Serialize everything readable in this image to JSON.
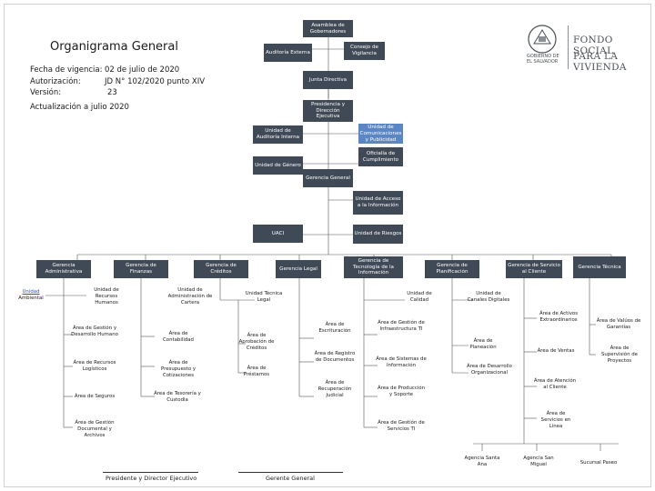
{
  "header": {
    "title": "Organigrama General",
    "vigencia_label": "Fecha de vigencia:",
    "vigencia_value": "02 de julio de 2020",
    "autorizacion_label": "Autorización:",
    "autorizacion_value": "JD N° 102/2020 punto XIV",
    "version_label": "Versión:",
    "version_value": "23",
    "actualizacion": "Actualización a julio 2020"
  },
  "logo": {
    "name_line1": "FONDO SOCIAL",
    "name_line2": "PARA LA VIVIENDA",
    "gov_line1": "GOBIERNO DE",
    "gov_line2": "EL SALVADOR",
    "icon": "coat-of-arms-icon"
  },
  "boxes": [
    {
      "id": "asamblea",
      "label": "Asamblea de Gobernadores",
      "style": "dark"
    },
    {
      "id": "auditoria-externa",
      "label": "Auditoría Externa",
      "style": "dark"
    },
    {
      "id": "consejo",
      "label": "Consejo de Vigilancia",
      "style": "dark"
    },
    {
      "id": "junta",
      "label": "Junta Directiva",
      "style": "dark"
    },
    {
      "id": "presidencia",
      "label": "Presidencia y Dirección Ejecutiva",
      "style": "dark"
    },
    {
      "id": "auditoria-interna",
      "label": "Unidad de Auditoría Interna",
      "style": "dark"
    },
    {
      "id": "comunicaciones",
      "label": "Unidad de Comunicaciones y Publicidad",
      "style": "blue"
    },
    {
      "id": "cumplimiento",
      "label": "Oficialía de Cumplimiento",
      "style": "dark"
    },
    {
      "id": "genero",
      "label": "Unidad de Género",
      "style": "dark"
    },
    {
      "id": "gerencia-general",
      "label": "Gerencia General",
      "style": "dark"
    },
    {
      "id": "acceso-info",
      "label": "Unidad de Acceso a la Información",
      "style": "dark"
    },
    {
      "id": "uaci",
      "label": "UACI",
      "style": "dark"
    },
    {
      "id": "riesgos",
      "label": "Unidad de Riesgos",
      "style": "dark"
    },
    {
      "id": "g-admin",
      "label": "Gerencia Administrativa",
      "style": "dark"
    },
    {
      "id": "g-finanzas",
      "label": "Gerencia de Finanzas",
      "style": "dark"
    },
    {
      "id": "g-creditos",
      "label": "Gerencia de Créditos",
      "style": "dark"
    },
    {
      "id": "g-legal",
      "label": "Gerencia Legal",
      "style": "dark"
    },
    {
      "id": "g-tecnologia",
      "label": "Gerencia de Tecnología de la Información",
      "style": "dark"
    },
    {
      "id": "g-planificacion",
      "label": "Gerencia de Planificación",
      "style": "dark"
    },
    {
      "id": "g-servicio",
      "label": "Gerencia de Servicio al Cliente",
      "style": "dark"
    },
    {
      "id": "g-tecnica",
      "label": "Gerencia Técnica",
      "style": "dark"
    }
  ],
  "items": [
    {
      "id": "u-ambiental",
      "label": "Unidad Ambiental",
      "link": "Unidad"
    },
    {
      "id": "u-rrhh",
      "label": "Unidad de Recursos Humanos"
    },
    {
      "id": "a-gestion-desarrollo",
      "label": "Área de Gestión y Desarrollo Humano"
    },
    {
      "id": "a-recursos-logisticos",
      "label": "Área de Recursos Logísticos"
    },
    {
      "id": "a-seguros",
      "label": "Área de Seguros"
    },
    {
      "id": "a-gestion-documental",
      "label": "Área de Gestión Documental y Archivos"
    },
    {
      "id": "u-admin-cartera",
      "label": "Unidad de Administración de Cartera"
    },
    {
      "id": "a-contabilidad",
      "label": "Área de Contabilidad"
    },
    {
      "id": "a-presupuesto",
      "label": "Área de Presupuesto y Cotizaciones"
    },
    {
      "id": "a-tesoreria",
      "label": "Área de Tesorería y Custodia"
    },
    {
      "id": "u-tecnica-legal",
      "label": "Unidad Técnica Legal"
    },
    {
      "id": "a-aprobacion",
      "label": "Área de Aprobación de Créditos"
    },
    {
      "id": "a-prestamos",
      "label": "Área de Préstamos"
    },
    {
      "id": "a-escrituracion",
      "label": "Área de Escrituración"
    },
    {
      "id": "a-registro",
      "label": "Área de Registro de Documentos"
    },
    {
      "id": "a-recuperacion",
      "label": "Área de Recuperación Judicial"
    },
    {
      "id": "u-calidad",
      "label": "Unidad de Calidad"
    },
    {
      "id": "a-infraestructura",
      "label": "Área de Gestión de Infraestructura TI"
    },
    {
      "id": "a-sistemas",
      "label": "Área de Sistemas de Información"
    },
    {
      "id": "a-produccion",
      "label": "Área de Producción y Soporte"
    },
    {
      "id": "a-servicios-ti",
      "label": "Área de Gestión de Servicios TI"
    },
    {
      "id": "u-canales",
      "label": "Unidad de Canales Digitales"
    },
    {
      "id": "a-planeacion",
      "label": "Área de Planeación"
    },
    {
      "id": "a-desarrollo-org",
      "label": "Área de Desarrollo Organizacional"
    },
    {
      "id": "a-activos",
      "label": "Área de Activos Extraordinarios"
    },
    {
      "id": "a-ventas",
      "label": "Área de Ventas"
    },
    {
      "id": "a-atencion",
      "label": "Área de Atención al Cliente"
    },
    {
      "id": "a-servicios-linea",
      "label": "Área de Servicios en Línea"
    },
    {
      "id": "a-valuos",
      "label": "Área de Valúos de Garantías"
    },
    {
      "id": "a-supervision",
      "label": "Área de Supervisión de Proyectos"
    },
    {
      "id": "ag-santa-ana",
      "label": "Agencia Santa Ana"
    },
    {
      "id": "ag-san-miguel",
      "label": "Agencia San Miguel"
    },
    {
      "id": "suc-paseo",
      "label": "Sucursal Paseo"
    }
  ],
  "signatures": {
    "left": "Presidente y Director Ejecutivo",
    "right": "Gerente General"
  }
}
